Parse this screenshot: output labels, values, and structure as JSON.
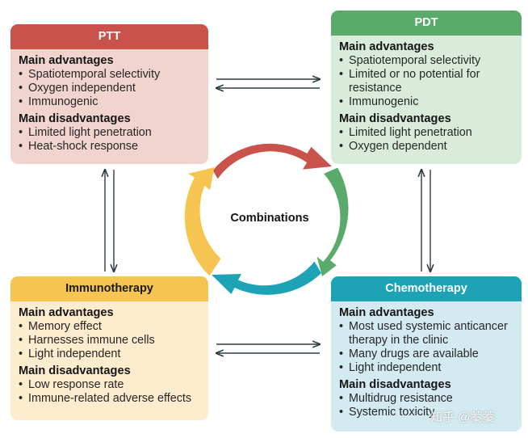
{
  "center_label": "Combinations",
  "watermark": "知乎 @蓁蓁",
  "colors": {
    "ptt": "#c9534b",
    "pdt": "#5aab6b",
    "immunotherapy": "#f6c451",
    "chemotherapy": "#1ea2b6",
    "connector": "#2b3a44"
  },
  "cards": {
    "ptt": {
      "title": "PTT",
      "adv_heading": "Main advantages",
      "advantages": [
        "Spatiotemporal selectivity",
        "Oxygen independent",
        "Immunogenic"
      ],
      "dis_heading": "Main disadvantages",
      "disadvantages": [
        "Limited light penetration",
        "Heat-shock response"
      ]
    },
    "pdt": {
      "title": "PDT",
      "adv_heading": "Main advantages",
      "advantages": [
        "Spatiotemporal selectivity",
        "Limited or no potential for resistance",
        "Immunogenic"
      ],
      "dis_heading": "Main disadvantages",
      "disadvantages": [
        "Limited light penetration",
        "Oxygen dependent"
      ]
    },
    "immunotherapy": {
      "title": "Immunotherapy",
      "adv_heading": "Main advantages",
      "advantages": [
        "Memory effect",
        "Harnesses immune cells",
        "Light independent"
      ],
      "dis_heading": "Main disadvantages",
      "disadvantages": [
        "Low response rate",
        "Immune-related adverse effects"
      ]
    },
    "chemotherapy": {
      "title": "Chemotherapy",
      "adv_heading": "Main advantages",
      "advantages": [
        "Most used systemic anticancer therapy in the clinic",
        "Many drugs are available",
        "Light independent"
      ],
      "dis_heading": "Main disadvantages",
      "disadvantages": [
        "Multidrug resistance",
        "Systemic toxicity"
      ]
    }
  }
}
